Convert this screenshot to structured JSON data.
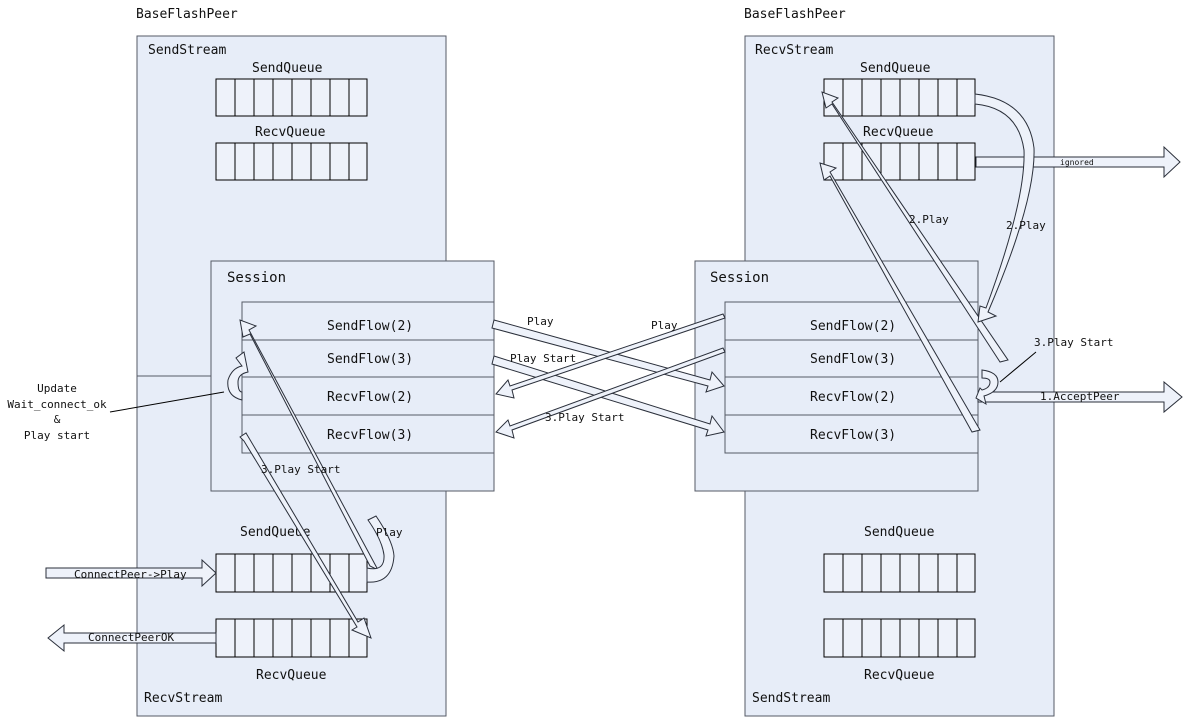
{
  "left_peer": {
    "title": "BaseFlashPeer",
    "top_stream": "SendStream",
    "top_queue1": "SendQueue",
    "top_queue2": "RecvQueue",
    "session": "Session",
    "flows": [
      "SendFlow(2)",
      "SendFlow(3)",
      "RecvFlow(2)",
      "RecvFlow(3)"
    ],
    "bottom_queue1": "SendQueue",
    "bottom_queue2": "RecvQueue",
    "bottom_stream": "RecvStream"
  },
  "right_peer": {
    "title": "BaseFlashPeer",
    "top_stream": "RecvStream",
    "top_queue1": "SendQueue",
    "top_queue2": "RecvQueue",
    "session": "Session",
    "flows": [
      "SendFlow(2)",
      "SendFlow(3)",
      "RecvFlow(2)",
      "RecvFlow(3)"
    ],
    "bottom_queue1": "SendQueue",
    "bottom_queue2": "RecvQueue",
    "bottom_stream": "SendStream"
  },
  "labels": {
    "update_note": [
      "Update",
      "Wait_connect_ok",
      "&",
      "Play start"
    ],
    "connect_peer_play": "ConnectPeer->Play",
    "connect_peer_ok": "ConnectPeerOK",
    "play_start_left": "3.Play Start",
    "play_left": "Play",
    "cross_play_1": "Play",
    "cross_play_2": "Play",
    "cross_play_start_1": "Play Start",
    "cross_play_start_2": "3.Play Start",
    "right_play_1": "2.Play",
    "right_play_2": "2.Play",
    "right_play_start": "3.Play Start",
    "ignored": "ignored",
    "accept_peer": "1.AcceptPeer"
  }
}
